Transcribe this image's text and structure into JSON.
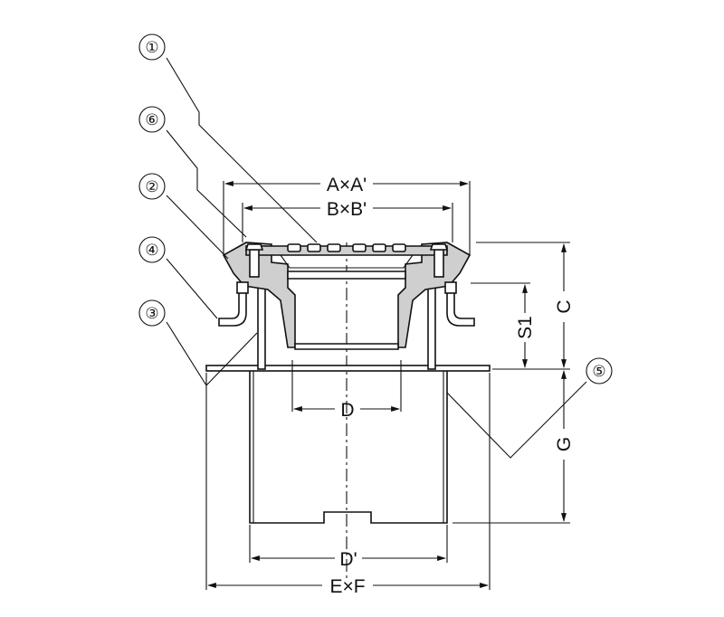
{
  "callouts": [
    "①",
    "⑥",
    "②",
    "④",
    "③",
    "⑤"
  ],
  "dimensions": {
    "a_a": "A×A'",
    "b_b": "B×B'",
    "d": "D",
    "d_prime": "D'",
    "e_f": "E×F",
    "c": "C",
    "s1": "S1",
    "g": "G"
  }
}
